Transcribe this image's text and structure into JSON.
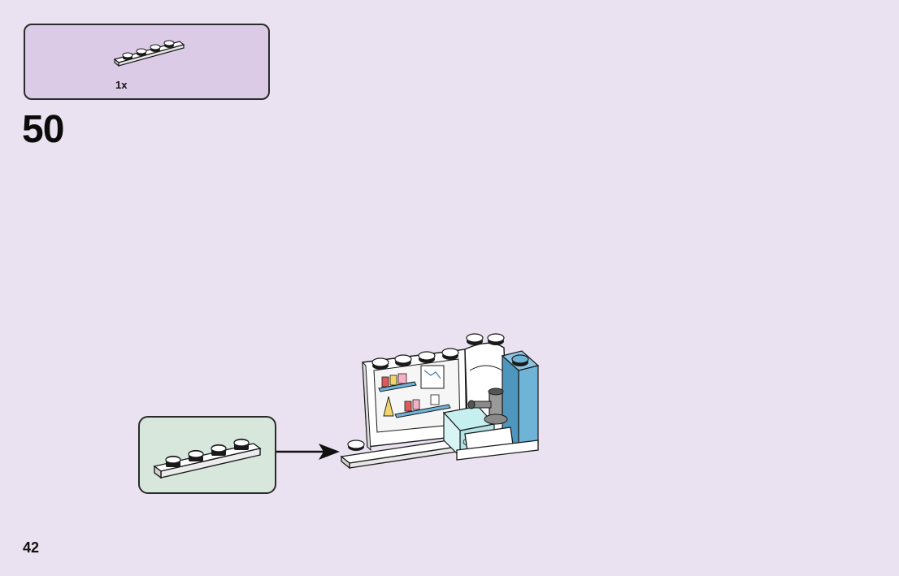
{
  "parts_list": {
    "items": [
      {
        "part": "plate-1x4",
        "quantity": "1x",
        "color": "#ffffff"
      }
    ]
  },
  "step": {
    "number": "50"
  },
  "page": {
    "number": "42"
  },
  "colors": {
    "background": "#ebe2f1",
    "parts_box": "#dccbe6",
    "callout_box": "#d8e7dc",
    "brick_white": "#ffffff",
    "brick_blue": "#6fb3d6",
    "outline": "#1a1a1a"
  }
}
